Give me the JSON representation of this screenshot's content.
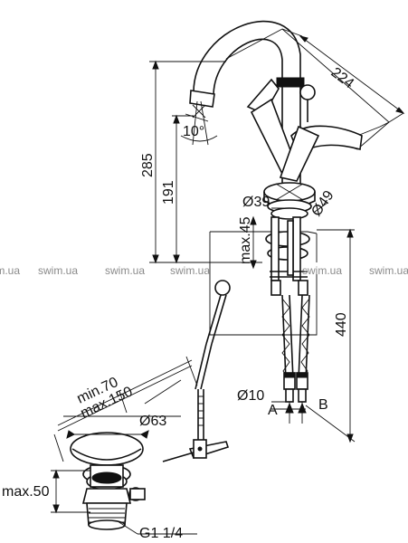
{
  "dimensions": {
    "depth": "224",
    "height_total": "285",
    "height_spout": "191",
    "angle": "10°",
    "hole_dia": "Ø39",
    "body_dia": "Ø49",
    "max_thickness": "max.45",
    "hose_length": "440",
    "hose_dia": "Ø10",
    "port_a": "A",
    "port_b": "B",
    "min_waste": "min.70",
    "max_waste": "max.150",
    "plug_dia": "Ø63",
    "max_depth": "max.50",
    "thread": "G1 1/4"
  },
  "watermark": [
    "swim.ua",
    "swim.ua",
    "swim.ua",
    "swim.ua",
    "swim.ua",
    "swim.ua"
  ]
}
